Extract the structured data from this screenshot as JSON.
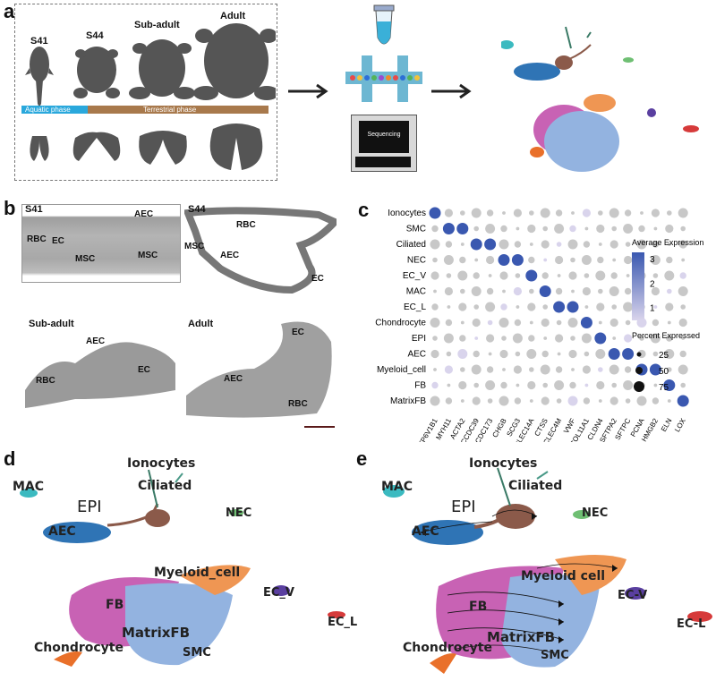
{
  "panels": {
    "a": "a",
    "b": "b",
    "c": "c",
    "d": "d",
    "e": "e"
  },
  "panel_a": {
    "stages": [
      "S41",
      "S44",
      "Sub-adult",
      "Adult"
    ],
    "phase_aquatic": "Aquatic phase",
    "phase_terrestrial": "Terrestrial phase",
    "sequencer_label": "Sequencing",
    "colors": {
      "aquatic": "#2aa8dc",
      "terrestrial": "#a8794c",
      "silhouette": "#555555"
    }
  },
  "panel_b": {
    "images": [
      {
        "title": "S41",
        "labels": [
          "AEC",
          "RBC",
          "EC",
          "MSC",
          "MSC"
        ]
      },
      {
        "title": "S44",
        "labels": [
          "RBC",
          "MSC",
          "AEC",
          "EC"
        ]
      },
      {
        "title": "Sub-adult",
        "labels": [
          "AEC",
          "EC",
          "RBC"
        ]
      },
      {
        "title": "Adult",
        "labels": [
          "EC",
          "AEC",
          "RBC"
        ]
      }
    ]
  },
  "chart_data": {
    "type": "scatter",
    "rows": [
      "Ionocytes",
      "SMC",
      "Ciliated",
      "NEC",
      "EC_V",
      "MAC",
      "EC_L",
      "Chondrocyte",
      "EPI",
      "AEC",
      "Myeloid_cell",
      "FB",
      "MatrixFB"
    ],
    "genes": [
      "ATP6V1B1",
      "MYH11",
      "ACTA2",
      "CCDC39",
      "CCDC173",
      "CHGB",
      "SCG3",
      "CLEC14A",
      "CTSS",
      "CLEC4M",
      "VWF",
      "COL11A1",
      "CLDN4",
      "SFTPA2",
      "SFTPC",
      "PCNA",
      "HMGB2",
      "ELN",
      "LOX"
    ],
    "highlights": [
      [
        0,
        0
      ],
      [
        1,
        1
      ],
      [
        1,
        2
      ],
      [
        2,
        3
      ],
      [
        2,
        4
      ],
      [
        3,
        5
      ],
      [
        3,
        6
      ],
      [
        4,
        7
      ],
      [
        5,
        8
      ],
      [
        6,
        9
      ],
      [
        6,
        10
      ],
      [
        7,
        11
      ],
      [
        8,
        12
      ],
      [
        9,
        13
      ],
      [
        9,
        14
      ],
      [
        10,
        15
      ],
      [
        10,
        16
      ],
      [
        11,
        17
      ],
      [
        12,
        18
      ]
    ],
    "colorbar_title": "Average Expression",
    "colorbar_ticks": [
      "3",
      "2",
      "1"
    ],
    "colorbar_range": [
      0.5,
      3.3
    ],
    "size_title": "Percent Expressed",
    "size_ticks": [
      "25",
      "50",
      "75"
    ],
    "colors": {
      "high": "#3a58b0",
      "low": "#d9d4ec",
      "gray": "#c8c8c8"
    }
  },
  "panel_d": {
    "labels": [
      "MAC",
      "Ionocytes",
      "Ciliated",
      "EPI",
      "AEC",
      "NEC",
      "Myeloid_cell",
      "EC_V",
      "FB",
      "EC_L",
      "MatrixFB",
      "Chondrocyte",
      "SMC"
    ],
    "colors": {
      "epi": "#2f74b5",
      "brown": "#8b5a4a",
      "pink": "#c862b4",
      "blue": "#93b3e0",
      "orange": "#ef9653",
      "cyan": "#3bbac0",
      "purple": "#5a3fa0",
      "red": "#d63a3a",
      "green": "#6fbf73",
      "darkorange": "#e9702a"
    }
  },
  "panel_e": {
    "labels": [
      "MAC",
      "Ionocytes",
      "Ciliated",
      "EPI",
      "AEC",
      "NEC",
      "Myeloid cell",
      "EC-V",
      "FB",
      "EC-L",
      "MatrixFB",
      "Chondrocyte",
      "SMC"
    ]
  }
}
